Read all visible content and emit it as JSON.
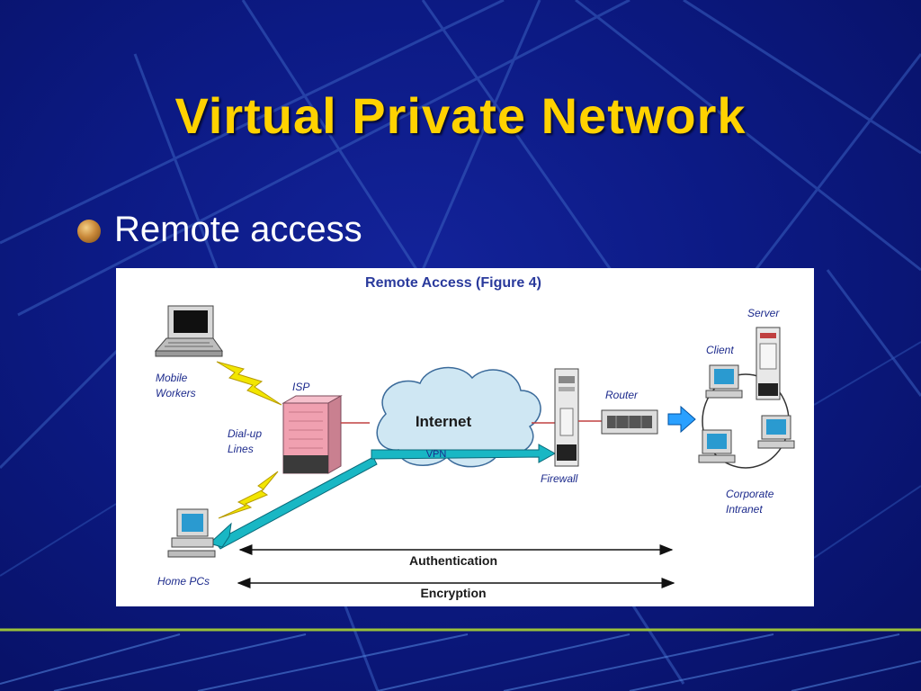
{
  "slide": {
    "title": "Virtual Private Network",
    "bullet": "Remote access"
  },
  "figure": {
    "caption": "Remote Access (Figure 4)",
    "labels": {
      "mobile_workers": [
        "Mobile",
        "Workers"
      ],
      "dial_up_lines": [
        "Dial-up",
        "Lines"
      ],
      "isp": "ISP",
      "internet": "Internet",
      "vpn": "VPN",
      "firewall": "Firewall",
      "router": "Router",
      "server": "Server",
      "client": "Client",
      "corporate_intranet": [
        "Corporate",
        "Intranet"
      ],
      "home_pcs": "Home PCs",
      "authentication": "Authentication",
      "encryption": "Encryption"
    }
  },
  "colors": {
    "background": "#0c1a84",
    "title": "#ffd200",
    "caption": "#2a3a9c",
    "diagram_label": "#1c2a8c",
    "vpn_tunnel": "#19b7c4",
    "lightning": "#f2e600",
    "isp_building": "#f0a0b0",
    "cloud": "#cfe7f3"
  }
}
